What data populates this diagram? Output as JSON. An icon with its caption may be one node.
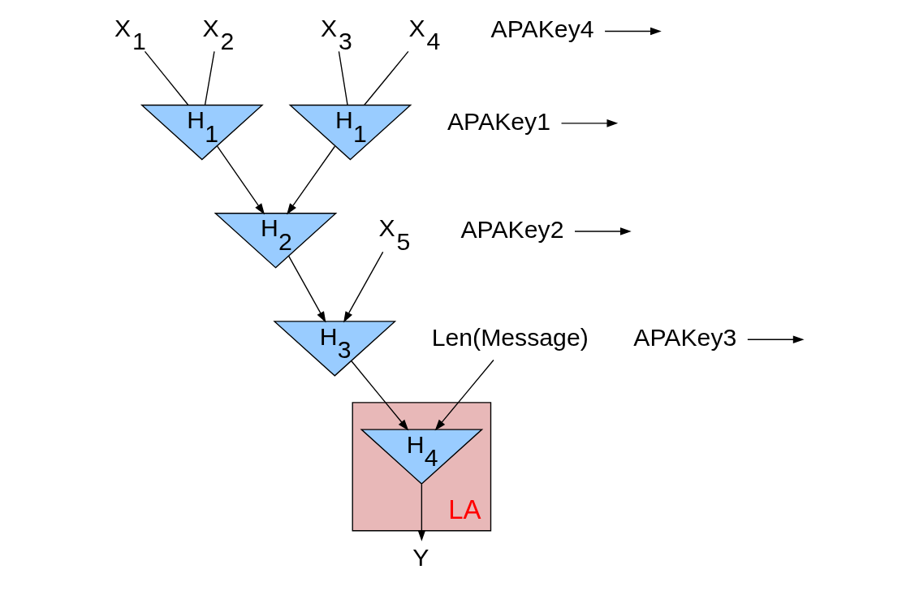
{
  "diagram": {
    "nodes": [
      {
        "text": [
          "X$_{1}$"
        ]
      },
      {
        "text": [
          "X$_{2}$"
        ]
      },
      {
        "text": [
          "X$_{3}$"
        ]
      },
      {
        "text": [
          "X$_{4}$"
        ]
      },
      {
        "text": [
          "X$_{5}$"
        ]
      },
      {
        "text": [
          "H$_{1}$"
        ]
      },
      {
        "text": [
          "H$_{1}$"
        ]
      },
      {
        "text": [
          "H$_{2}$"
        ]
      },
      {
        "text": [
          "H$_{3}$"
        ]
      },
      {
        "text": [],
        "shape": "box",
        "beside": [
          "LA"
        ]
      },
      {
        "text": [
          "H$_{4}$"
        ],
        "in": 9
      },
      {
        "text": [
          "Len(Message)"
        ]
      },
      {
        "text": [
          "Y"
        ]
      },
      {
        "text": [
          "APAKey1"
        ]
      },
      {
        "text": [
          "APAKey2"
        ]
      },
      {
        "text": [
          "APAKey3"
        ]
      },
      {
        "text": [
          "APAKey4"
        ]
      }
    ],
    "edges": [
      {
        "from": 0,
        "to": 5,
        "arrow": "none"
      },
      {
        "from": 1,
        "to": 5,
        "arrow": "none"
      },
      {
        "from": 2,
        "to": 6,
        "arrow": "none"
      },
      {
        "from": 3,
        "to": 6,
        "arrow": "none"
      },
      {
        "from": 5,
        "to": 7,
        "arrow": "to"
      },
      {
        "from": 6,
        "to": 7,
        "arrow": "to"
      },
      {
        "from": 7,
        "to": 8,
        "arrow": "to"
      },
      {
        "from": 4,
        "to": 8,
        "arrow": "to"
      },
      {
        "from": 8,
        "to": 10,
        "arrow": "to"
      },
      {
        "from": 11,
        "to": 10,
        "arrow": "to"
      },
      {
        "from": 10,
        "to": 12,
        "arrow": "to"
      },
      {
        "from": 13,
        "to": null,
        "arrow": "to"
      },
      {
        "from": 14,
        "to": null,
        "arrow": "to"
      },
      {
        "from": 15,
        "to": null,
        "arrow": "to"
      },
      {
        "from": 16,
        "to": null,
        "arrow": "to"
      }
    ]
  }
}
